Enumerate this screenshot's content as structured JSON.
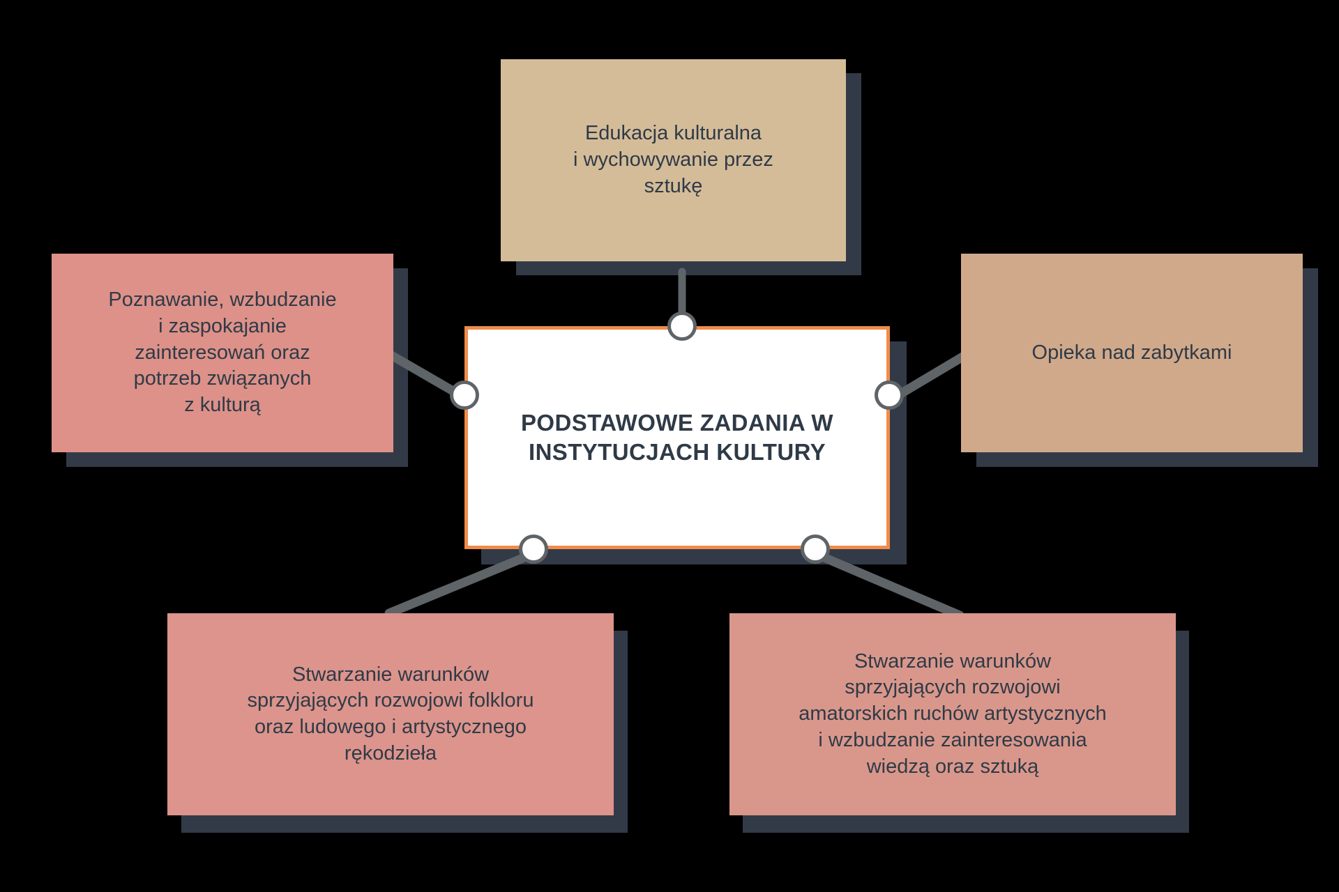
{
  "diagram": {
    "title": "PODSTAWOWE ZADANIA W INSTYTUCJACH KULTURY",
    "background_color": "#000000",
    "center": {
      "label": "PODSTAWOWE\nZADANIA W INSTYTUCJACH\nKULTURY",
      "fill_color": "#ffffff",
      "border_color": "#f08c4b",
      "text_color": "#2f3a46"
    },
    "shadow_color": "#333a47",
    "connector_color": "#5e6467",
    "nodes": [
      {
        "id": "top",
        "label": "Edukacja kulturalna\ni wychowywanie przez\nsztukę",
        "fill_color": "#d4bc99",
        "text_color": "#2f3a46"
      },
      {
        "id": "left",
        "label": "Poznawanie, wzbudzanie\ni zaspokajanie\nzainteresowań oraz\npotrzeb związanych\nz kulturą",
        "fill_color": "#dd9189",
        "text_color": "#2f3a46"
      },
      {
        "id": "right",
        "label": "Opieka nad zabytkami",
        "fill_color": "#d0a98b",
        "text_color": "#2f3a46"
      },
      {
        "id": "bottom-left",
        "label": "Stwarzanie warunków\nsprzyjających rozwojowi folkloru\noraz ludowego i artystycznego\nrękodzieła",
        "fill_color": "#dc948c",
        "text_color": "#2f3a46"
      },
      {
        "id": "bottom-right",
        "label": "Stwarzanie warunków\nsprzyjających rozwojowi\namatorskich ruchów artystycznych\ni wzbudzanie zainteresowania\nwiedzą oraz sztuką",
        "fill_color": "#d9978b",
        "text_color": "#2f3a46"
      }
    ]
  }
}
